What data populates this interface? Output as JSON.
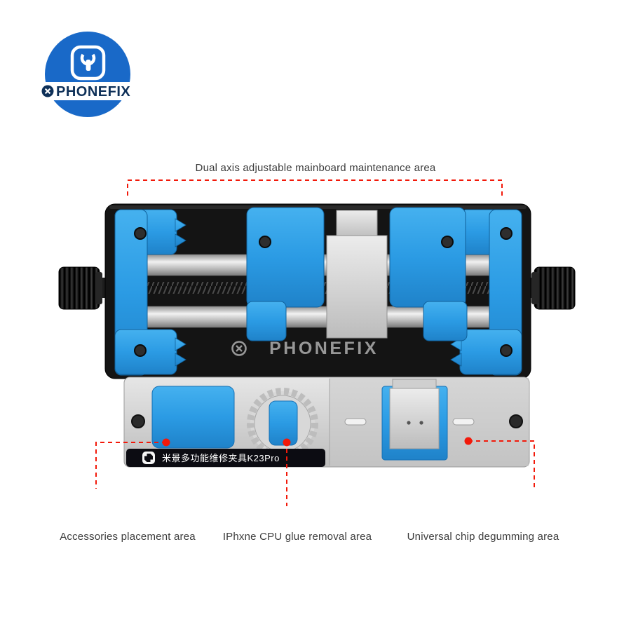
{
  "logo": {
    "text": "PHONEFIX"
  },
  "callouts": {
    "top": "Dual axis adjustable mainboard maintenance area",
    "bottom_left": "Accessories placement area",
    "bottom_center": "IPhxne CPU glue removal area",
    "bottom_right": "Universal chip degumming area"
  },
  "device": {
    "watermark": "PHONEFIX",
    "label": "米景多功能维修夹具K23Pro"
  },
  "colors": {
    "accent_red": "#f2190a",
    "device_blue": "#2b9be4",
    "logo_blue": "#1969c8",
    "navy_text": "#0e3058"
  }
}
